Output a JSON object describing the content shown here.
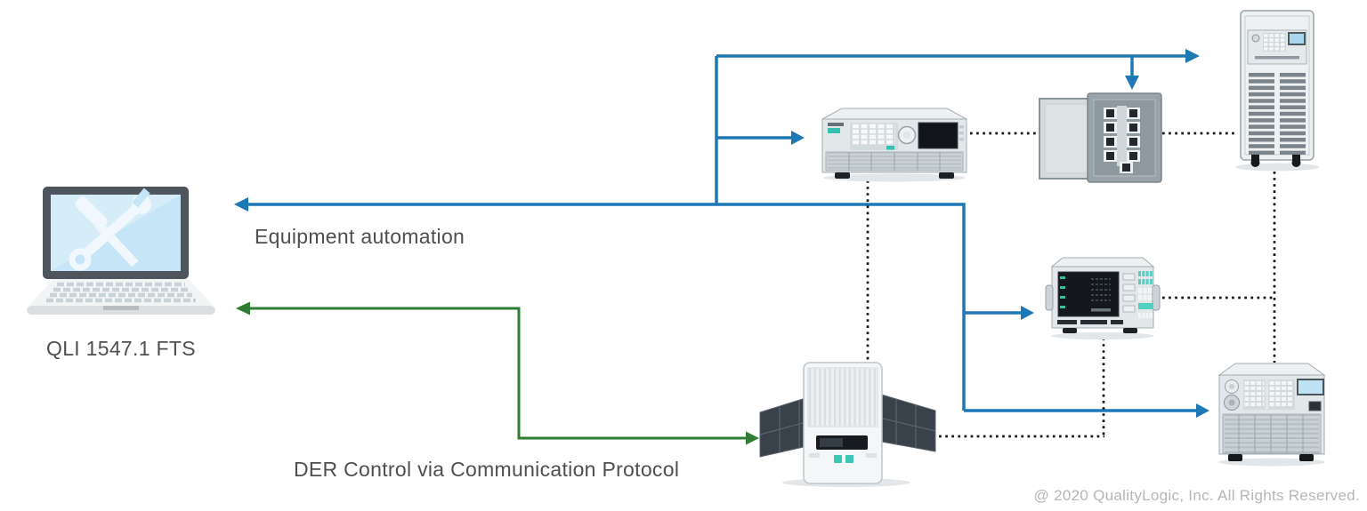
{
  "labels": {
    "laptop_caption": "QLI 1547.1 FTS",
    "automation_label": "Equipment automation",
    "der_label": "DER Control via Communication Protocol",
    "copyright": "@ 2020 QualityLogic, Inc. All Rights Reserved."
  },
  "colors": {
    "automation_line": "#1d79b6",
    "der_line": "#2e7d32",
    "dotted_line": "#17191b",
    "label_text": "#4d4f52",
    "copyright_text": "#b6b6b8",
    "teal_accent": "#3cc2b0",
    "screen_blue": "#c6e5f6"
  },
  "icons": [
    "laptop-tools-icon",
    "ac-power-source-icon",
    "breaker-panel-icon",
    "equipment-rack-icon",
    "power-analyzer-icon",
    "solar-inverter-icon",
    "dc-power-supply-icon"
  ]
}
